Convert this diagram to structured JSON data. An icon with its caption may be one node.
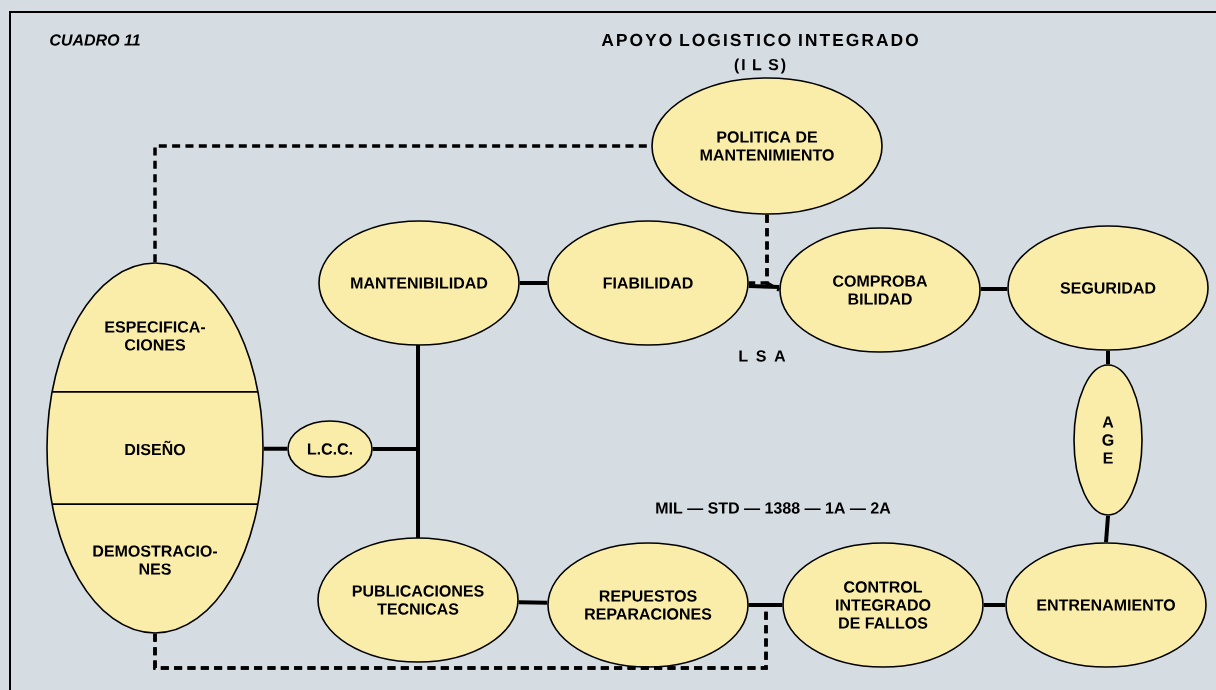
{
  "diagram": {
    "title": "APOYO LOGISTICO INTEGRADO",
    "nodes": [
      {
        "text": [
          "ESPECIFICA- CIONES",
          "DISEÑO",
          "DEMOSTRACIO- NES"
        ]
      },
      {
        "text": [
          "POLITICA DE MANTENIMIENTO"
        ]
      },
      {
        "text": [
          "MANTENIBILIDAD"
        ]
      },
      {
        "text": [
          "FIABILIDAD"
        ]
      },
      {
        "text": [
          "COMPROBA BILIDAD"
        ]
      },
      {
        "text": [
          "SEGURIDAD"
        ]
      },
      {
        "text": [
          "L.C.C."
        ]
      },
      {
        "text": [
          "A G E"
        ]
      },
      {
        "text": [
          "PUBLICACIONES TECNICAS"
        ]
      },
      {
        "text": [
          "REPUESTOS REPARACIONES"
        ]
      },
      {
        "text": [
          "CONTROL INTEGRADO DE FALLOS"
        ]
      },
      {
        "text": [
          "ENTRENAMIENTO"
        ]
      }
    ],
    "edges": [
      {
        "from": 0,
        "to": 1,
        "arrow": "none",
        "style": "dashed"
      },
      {
        "from": 1,
        "to": 3,
        "arrow": "none",
        "style": "dashed"
      },
      {
        "from": 1,
        "to": 4,
        "arrow": "none",
        "style": "dashed"
      },
      {
        "from": 2,
        "to": 3,
        "arrow": "none"
      },
      {
        "from": 3,
        "to": 4,
        "arrow": "none"
      },
      {
        "from": 4,
        "to": 5,
        "arrow": "none"
      },
      {
        "from": 5,
        "to": 7,
        "arrow": "none"
      },
      {
        "from": 7,
        "to": 11,
        "arrow": "none"
      },
      {
        "from": 0,
        "to": 6,
        "arrow": "none"
      },
      {
        "from": 6,
        "to": 2,
        "arrow": "none"
      },
      {
        "from": 6,
        "to": 8,
        "arrow": "none"
      },
      {
        "from": 2,
        "to": 8,
        "arrow": "none"
      },
      {
        "from": 8,
        "to": 9,
        "arrow": "none"
      },
      {
        "from": 9,
        "to": 10,
        "arrow": "none"
      },
      {
        "from": 10,
        "to": 11,
        "arrow": "none"
      },
      {
        "from": 0,
        "to": 9,
        "arrow": "none",
        "style": "dashed"
      },
      {
        "from": 0,
        "to": 10,
        "arrow": "none",
        "style": "dashed"
      }
    ],
    "labels": [
      "CUADRO 11",
      "(I L S)",
      "L S A",
      "MIL — STD — 1388 — 1A — 2A"
    ]
  }
}
